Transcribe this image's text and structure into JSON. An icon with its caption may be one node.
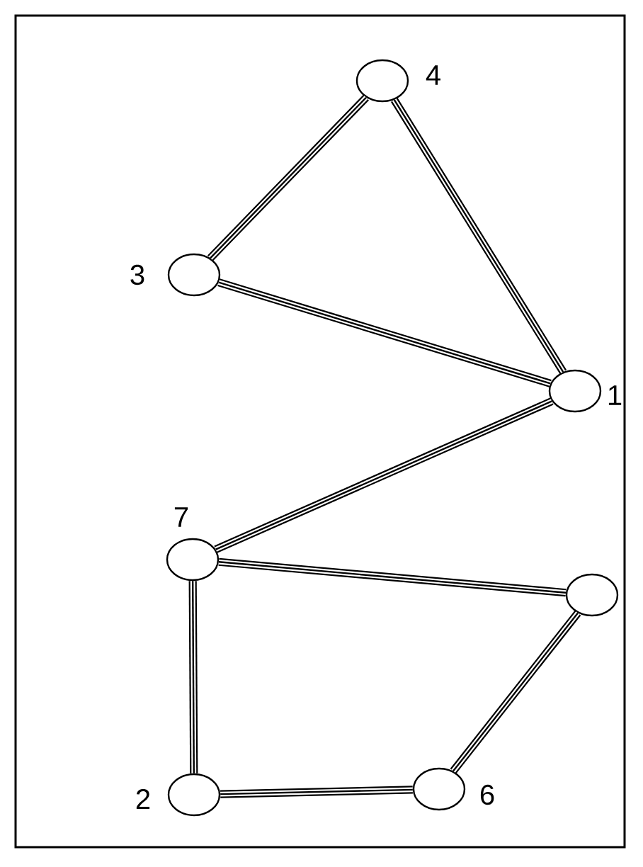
{
  "diagram": {
    "nodes": [
      {
        "text": [],
        "shape": "ellipse",
        "beside": [
          "4"
        ]
      },
      {
        "text": [],
        "shape": "ellipse",
        "beside": [
          "3"
        ]
      },
      {
        "text": [],
        "shape": "ellipse",
        "beside": [
          "1"
        ]
      },
      {
        "text": [],
        "shape": "ellipse",
        "beside": [
          "7"
        ]
      },
      {
        "text": [],
        "shape": "ellipse"
      },
      {
        "text": [],
        "shape": "ellipse",
        "beside": [
          "2"
        ]
      },
      {
        "text": [],
        "shape": "ellipse",
        "beside": [
          "6"
        ]
      }
    ],
    "edges": [
      {
        "from": 0,
        "to": 1,
        "arrow": "none"
      },
      {
        "from": 0,
        "to": 2,
        "arrow": "none"
      },
      {
        "from": 1,
        "to": 2,
        "arrow": "none"
      },
      {
        "from": 2,
        "to": 3,
        "arrow": "none"
      },
      {
        "from": 3,
        "to": 4,
        "arrow": "none"
      },
      {
        "from": 3,
        "to": 5,
        "arrow": "none"
      },
      {
        "from": 4,
        "to": 6,
        "arrow": "none"
      },
      {
        "from": 5,
        "to": 6,
        "arrow": "none"
      }
    ]
  }
}
